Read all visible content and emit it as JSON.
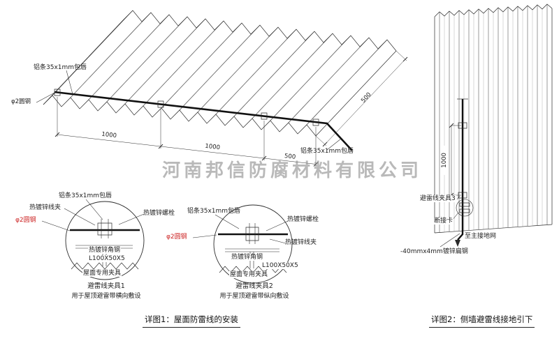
{
  "watermark": "河南邦信防腐材料有限公司",
  "colors": {
    "line": "#2a2a2a",
    "accent_red": "#cc2222",
    "watermark_gray": "#8f8f8f"
  },
  "roof_drawing": {
    "caption": "详图1：屋面防雷线的安装",
    "labels": {
      "alu_strip_top": "铝条35x1mm包唇",
      "alu_strip_right": "铝条35x1mm包唇",
      "round_steel": "φ2圆钢"
    },
    "dims": {
      "span_a": "1000",
      "span_b": "1000",
      "span_c": "500",
      "depth": "500"
    }
  },
  "clamp_detail_1": {
    "title": "避雷线夹具1",
    "subtitle": "用于屋顶避雷带横向敷设",
    "labels": {
      "alu_strip": "铝条35x1mm包唇",
      "wire_clamp": "热镀锌线夹",
      "bolt": "热镀锌螺栓",
      "round_steel": "φ2圆钢",
      "angle_steel": "热镀锌角钢",
      "angle_size": "L100X50X5",
      "roof_clamp": "屋面专用夹具"
    }
  },
  "clamp_detail_2": {
    "title": "避雷线夹具2",
    "subtitle": "用于屋顶避雷带纵向敷设",
    "labels": {
      "alu_strip": "铝条35x1mm包唇",
      "wire_clamp": "热镀锌线夹",
      "bolt": "热镀锌螺栓",
      "round_steel": "φ2圆钢",
      "angle_steel": "热镀锌角钢",
      "angle_size": "L100X50X5",
      "roof_clamp": "屋面专用夹具"
    }
  },
  "wall_drawing": {
    "caption": "详图2：侧墙避雷线接地引下",
    "labels": {
      "clamp_3": "避雷线夹具3",
      "disconnect_card": "断接卡",
      "to_ground": "至主接地网",
      "flat_steel": "-40mmx4mm镀锌扁钢"
    },
    "dims": {
      "spacing": "1000"
    }
  }
}
